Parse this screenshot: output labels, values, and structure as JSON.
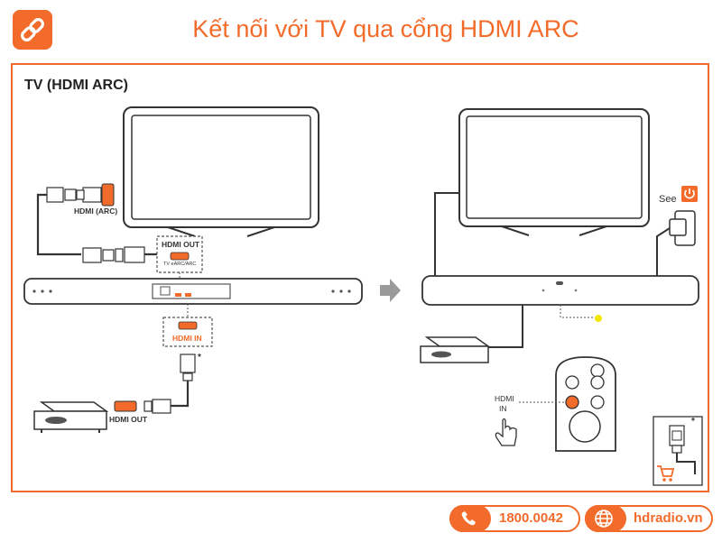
{
  "header": {
    "title": "Kết nối với TV qua cổng HDMI ARC",
    "link_icon": "link-icon",
    "accent_color": "#f26b2a"
  },
  "diagram": {
    "section_title": "TV (HDMI ARC)",
    "labels": {
      "tv_port": "HDMI (ARC)",
      "hdmi_out_header": "HDMI OUT",
      "tv_earc": "TV eARC/ARC",
      "hdmi_in": "HDMI IN",
      "player_hdmi_out": "HDMI OUT",
      "see": "See",
      "remote_hdmi_line1": "HDMI",
      "remote_hdmi_line2": "IN",
      "asterisk": "*"
    },
    "icons": [
      "power-icon",
      "arrow-right-icon",
      "hand-pointer-icon",
      "cart-icon",
      "link-icon"
    ]
  },
  "footer": {
    "phone": "1800.0042",
    "website": "hdradio.vn",
    "phone_icon": "phone-icon",
    "web_icon": "globe-icon"
  }
}
